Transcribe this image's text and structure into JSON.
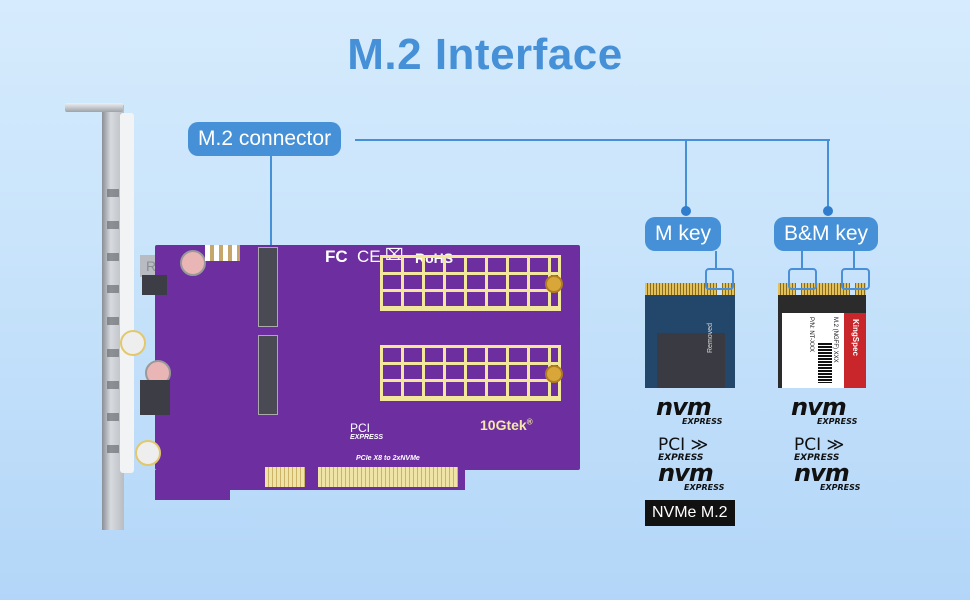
{
  "title": "M.2 Interface",
  "callouts": {
    "connector": "M.2 connector",
    "m_key": "M key",
    "bm_key": "B&M key"
  },
  "card": {
    "brand": "10Gtek",
    "brand_mark": "®",
    "pcie_logo_top": "PCI",
    "pcie_logo_bottom": "EXPRESS",
    "model_text": "PCIe X8 to 2xNVMe",
    "cert_fc": "FC",
    "cert_ce": "CE",
    "cert_rohs": "RoHS",
    "bracket_text": "R5"
  },
  "ssd_m": {
    "label_text": "Removed"
  },
  "ssd_bm": {
    "brand": "KingSpec",
    "model": "M.2 (NGFF) XXX",
    "pn": "P/N: NT-XXX"
  },
  "logos": {
    "nvm": "nvm",
    "express": "EXPRESS",
    "pci": "PCI",
    "pci_express": "EXPRESS"
  },
  "badge": "NVMe M.2",
  "colors": {
    "accent": "#4590d6",
    "pcb": "#6d2fa0",
    "gold": "#e9dd9c"
  }
}
